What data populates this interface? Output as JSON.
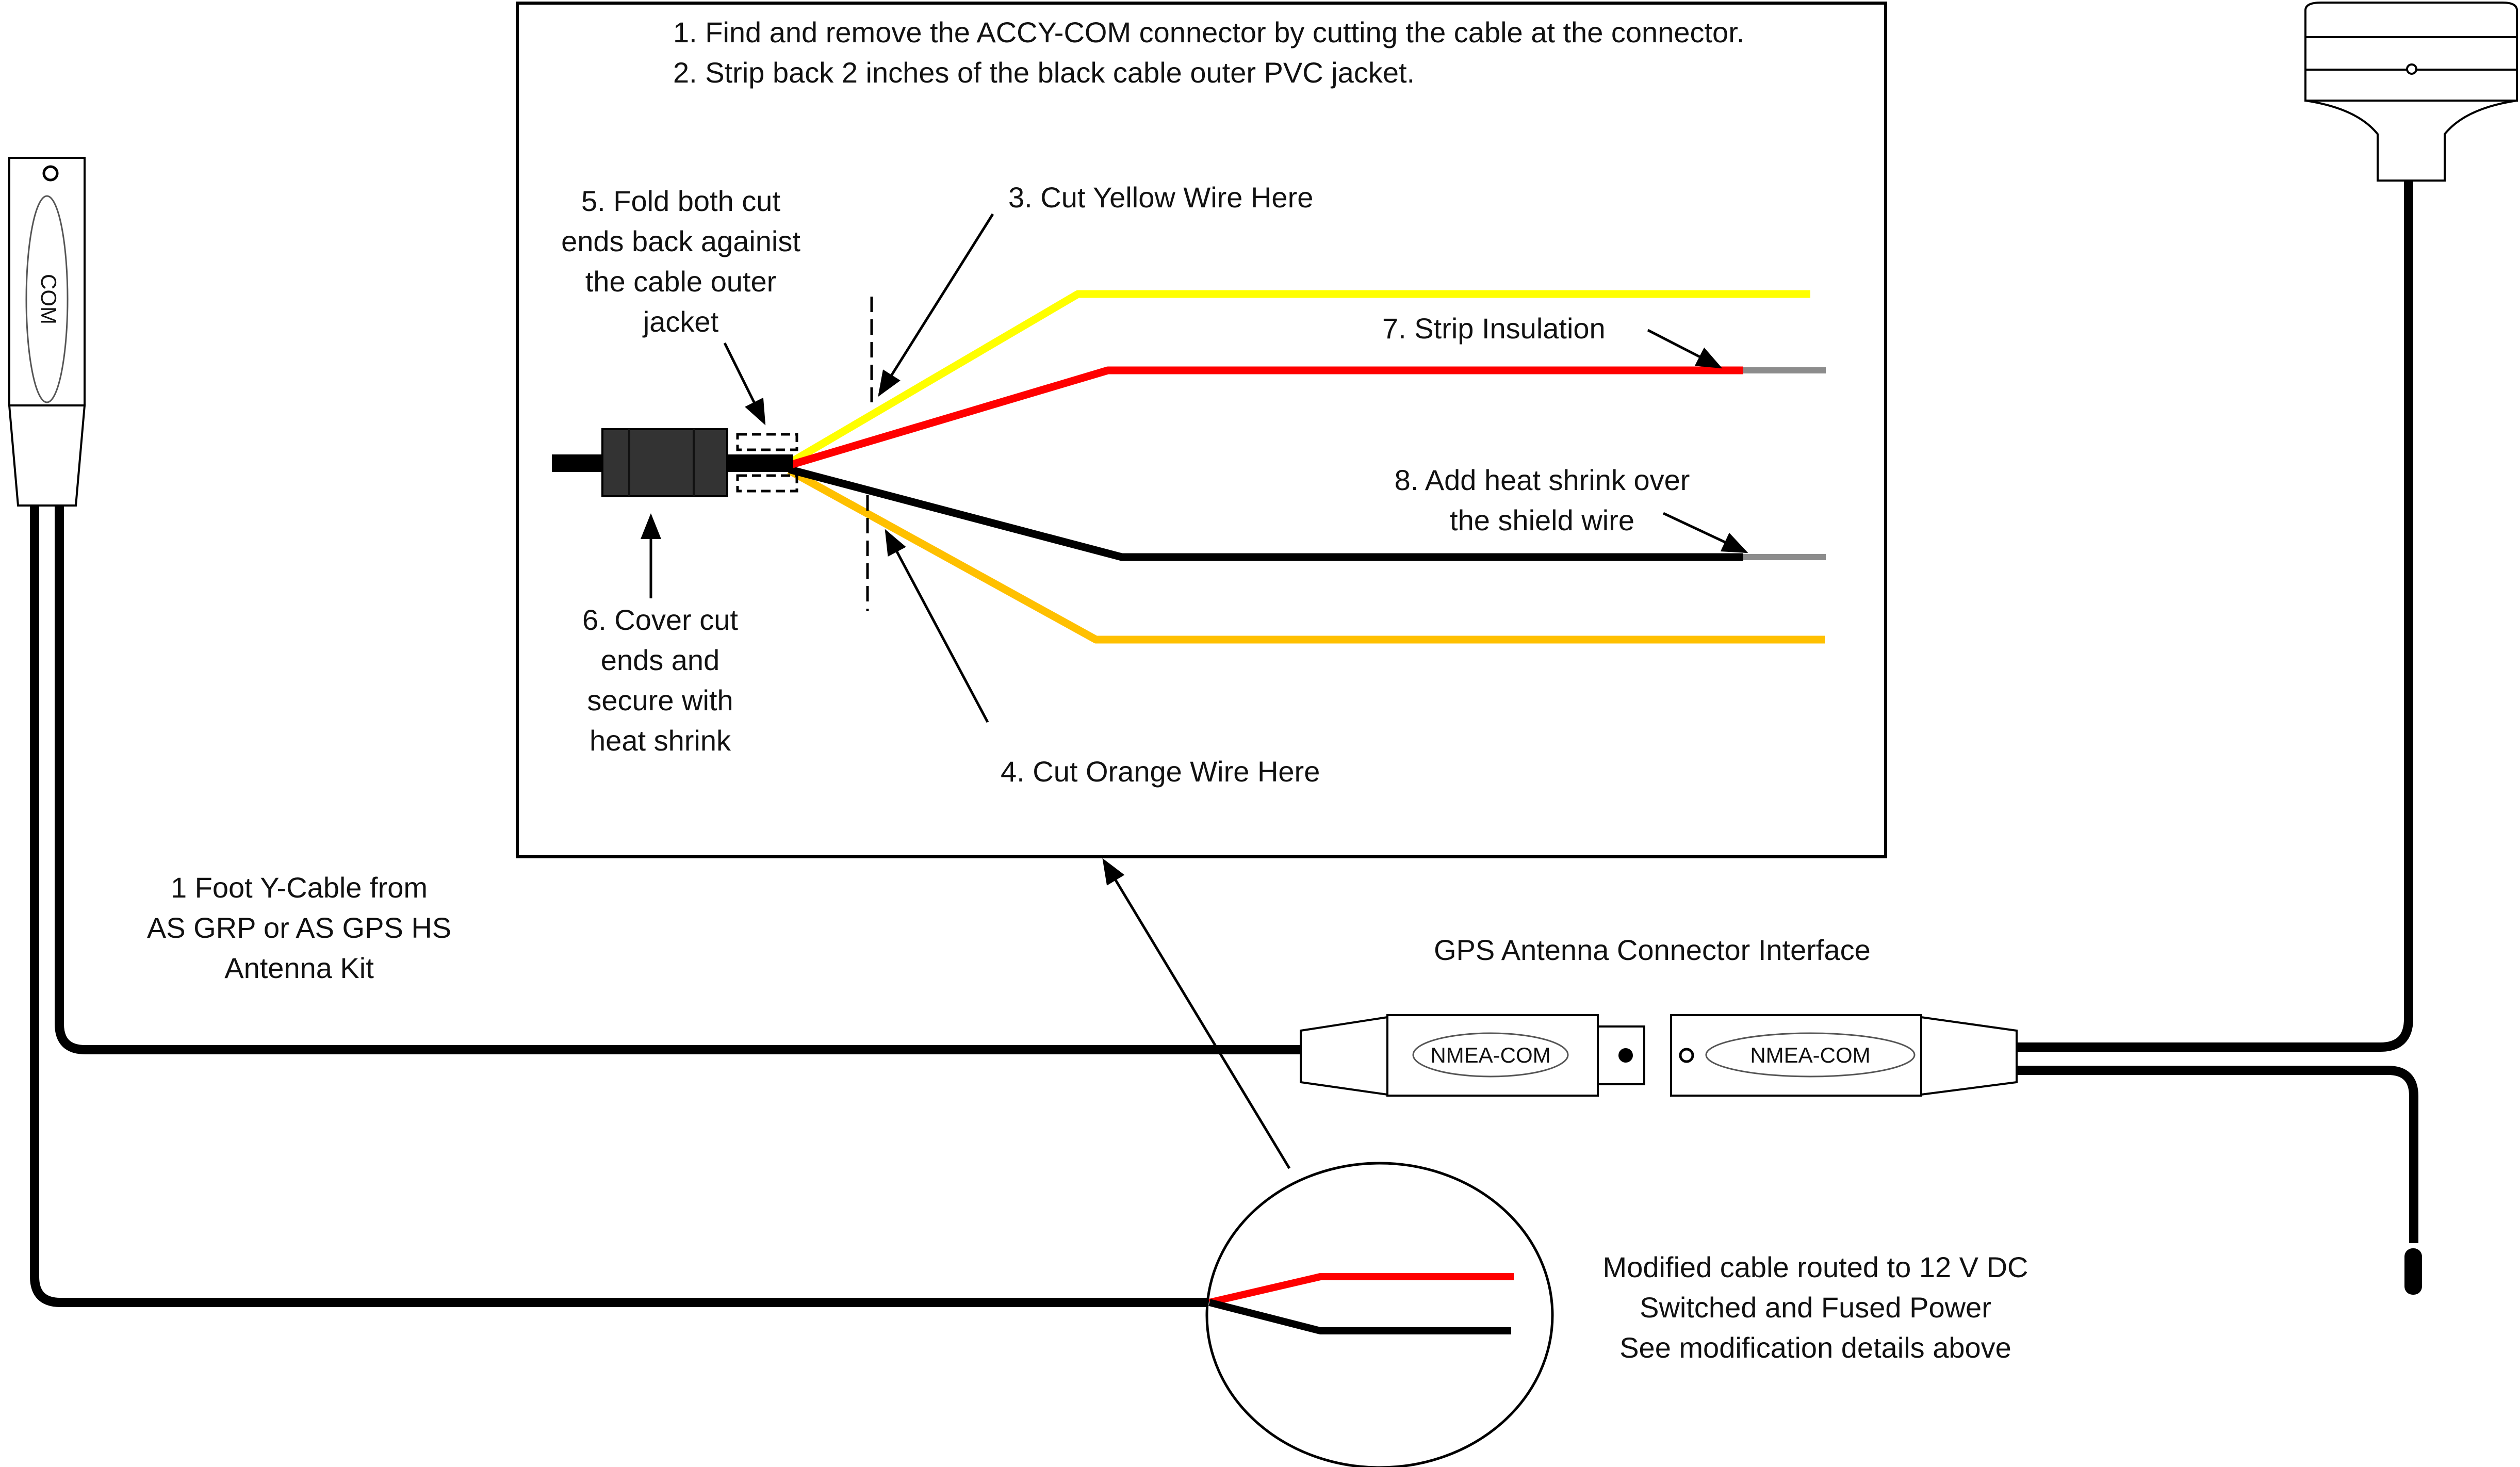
{
  "colors": {
    "yellow_wire": "#FFFF00",
    "red_wire": "#FF0000",
    "black_wire": "#000000",
    "orange_wire": "#FFC000",
    "stripped_conductor": "#8C8C8C",
    "heat_shrink": "#333333",
    "connector_fill": "#FFFFFF",
    "outline": "#000000"
  },
  "instructions": {
    "line1": "1. Find and remove the ACCY-COM connector by cutting the cable at the connector.",
    "line2": "2. Strip back 2 inches of the black cable outer PVC jacket."
  },
  "steps": {
    "cut_yellow": "3. Cut Yellow Wire Here",
    "cut_orange": "4. Cut Orange  Wire Here",
    "fold_ends": "5. Fold both cut\nends back againist\nthe cable outer\njacket",
    "cover_ends": "6. Cover cut\nends and\nsecure with\nheat shrink",
    "strip_insulation": "7. Strip Insulation",
    "heat_shrink_shield": "8. Add heat shrink over\nthe shield wire"
  },
  "labels": {
    "y_cable": "1 Foot Y-Cable from\nAS GRP or AS GPS HS\nAntenna Kit",
    "gps_interface": "GPS Antenna Connector Interface",
    "modified_cable": "Modified cable routed to 12 V DC\nSwitched and Fused Power\nSee modification details above"
  },
  "connectors": {
    "com_label": "COM",
    "nmea_left": "NMEA-COM",
    "nmea_right": "NMEA-COM"
  }
}
